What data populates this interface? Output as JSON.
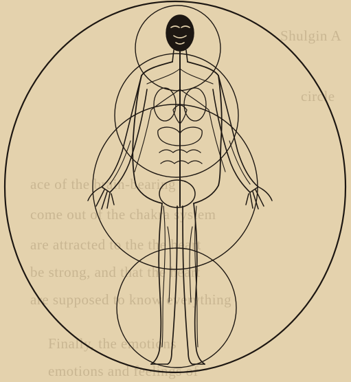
{
  "illustration": {
    "subject": "human figure inside nested circles within an oval",
    "paper_color": "#e4d2ad",
    "ink_color": "#1d1712",
    "bleed_color": "#b3a07c"
  },
  "bleed_through_text": {
    "lines": [
      "Shulgin A",
      "circle",
      "ace of the brain-bearing",
      "come out of the chakra system",
      "are attracted to the the heart",
      "be strong, and that the heart",
      "are supposed to know everything",
      "Finally, the emotions",
      "emotions and feelings of"
    ]
  }
}
